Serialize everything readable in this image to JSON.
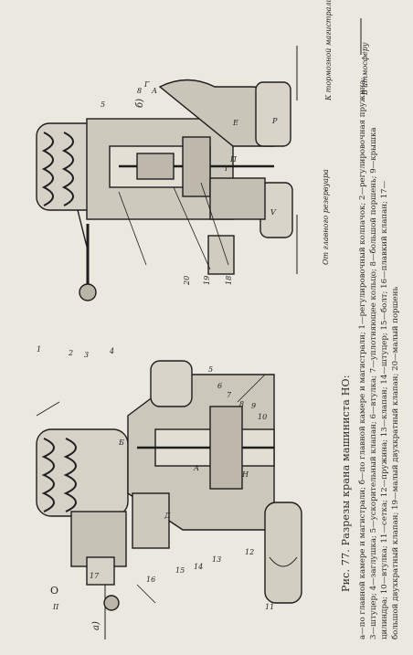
{
  "figure": {
    "title": "Рис. 77. Разрезы крана машиниста НО:",
    "caption_lines": [
      "а—по главной камере и магистрали; б—по главной камере и магистрали; 1—регулировочный колпачок; 2—регулировочная пружина;",
      "3—штуцер; 4—заглушка; 5—ускорительный клапан; 6—втулка; 7—уплотняющее кольцо; 8—большой поршень; 9—крышка",
      "цилиндра; 10—втулка; 11—сетка; 12—пружина; 13—клапан; 14—штуцер; 15—болт; 16—плавкий клапан; 17—",
      "большой двухкратный клапан; 19—малый двухкратный клапан; 20—малый поршень"
    ],
    "view_labels": {
      "a": "а)",
      "b": "б)"
    },
    "side_labels": {
      "to_brake_line": "К тормозной магистрали",
      "to_main_reservoir": "От главного резервуара",
      "atmosphere": "В атмосферу"
    },
    "part_numbers_a": [
      "1",
      "2",
      "3",
      "4",
      "5",
      "6",
      "7",
      "8",
      "9",
      "10",
      "11",
      "12",
      "13",
      "14",
      "15",
      "16",
      "17",
      "О",
      "II",
      "Б",
      "Н",
      "А",
      "Д"
    ],
    "part_numbers_b": [
      "5",
      "8",
      "Г",
      "А",
      "18",
      "19",
      "20",
      "I",
      "П",
      "V",
      "P",
      "Е"
    ]
  }
}
